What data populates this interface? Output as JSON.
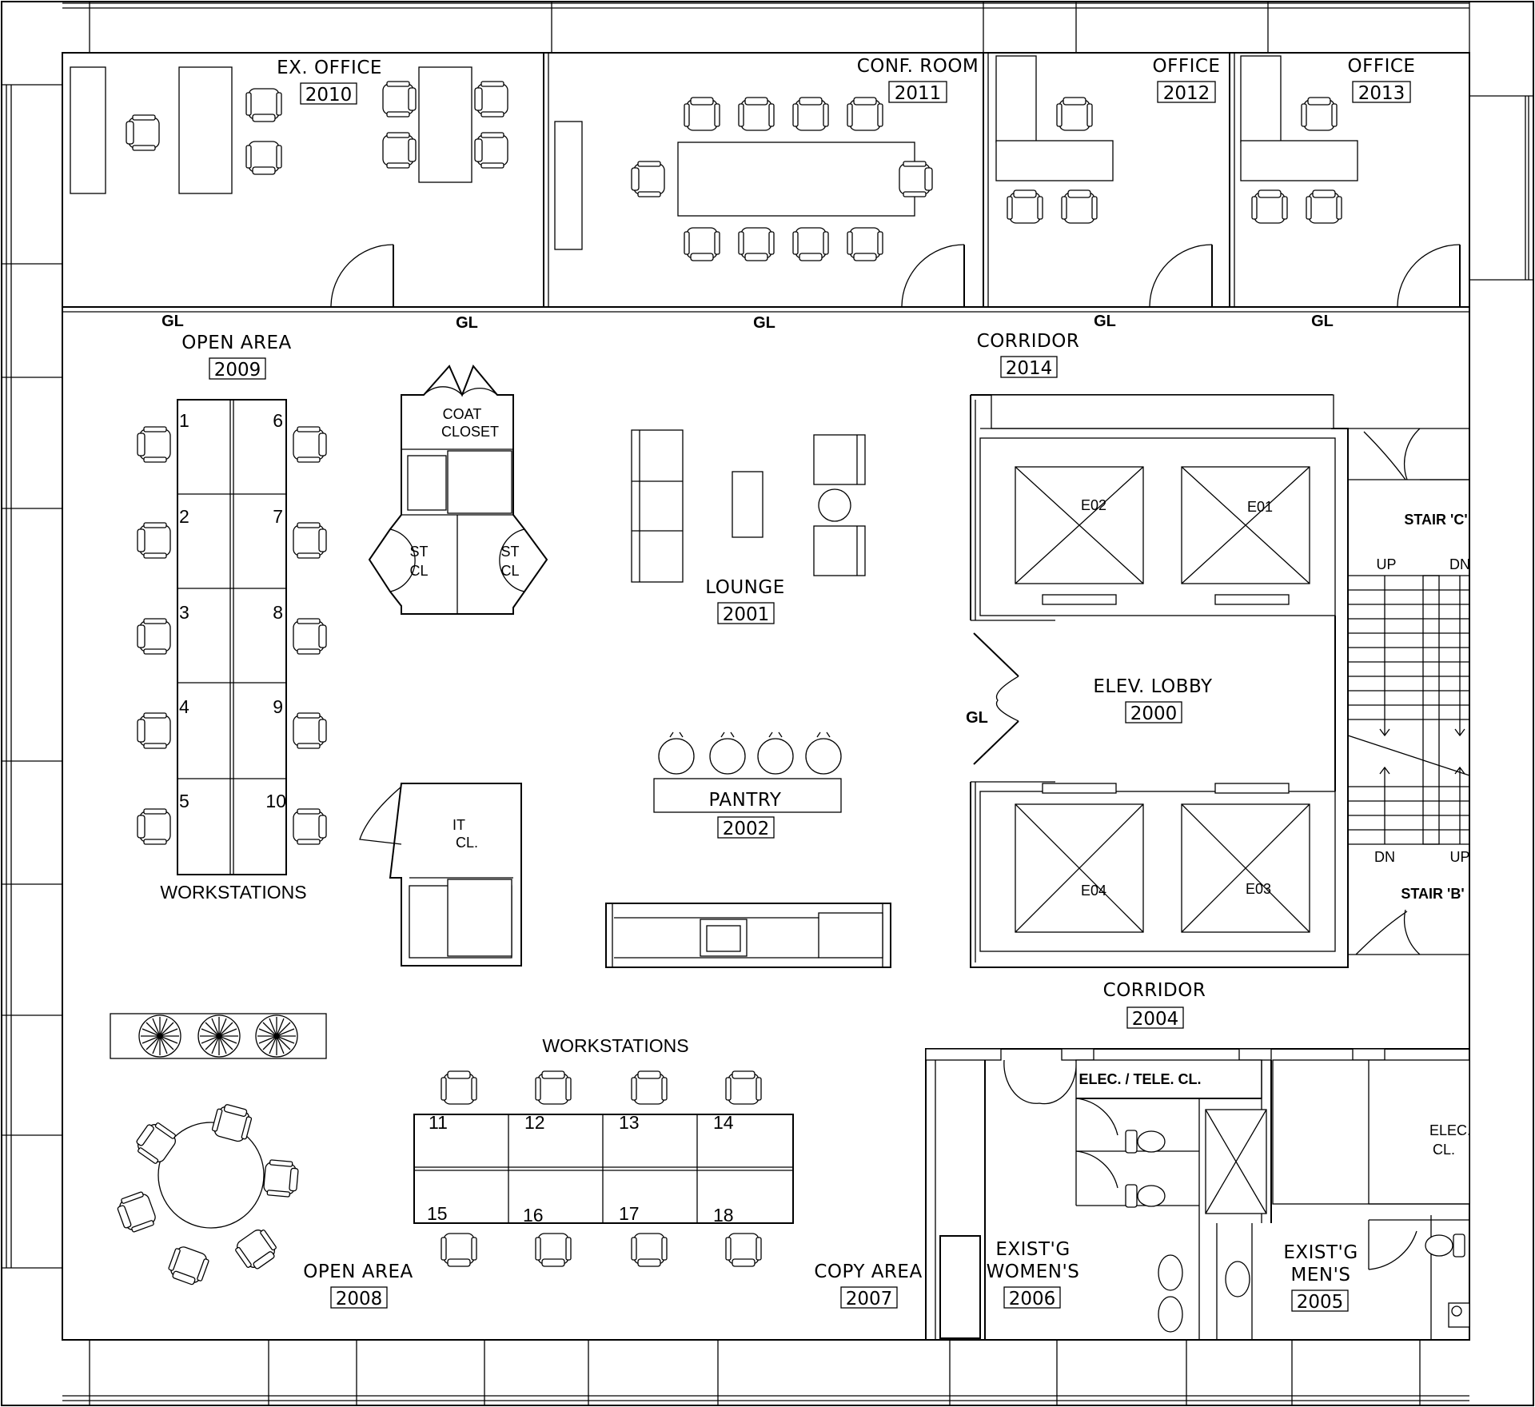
{
  "rooms": {
    "ex_office": {
      "name": "EX. OFFICE",
      "number": "2010"
    },
    "conf_room": {
      "name": "CONF. ROOM",
      "number": "2011"
    },
    "office_2012": {
      "name": "OFFICE",
      "number": "2012"
    },
    "office_2013": {
      "name": "OFFICE",
      "number": "2013"
    },
    "open_area_2009": {
      "name": "OPEN AREA",
      "number": "2009"
    },
    "corridor_2014": {
      "name": "CORRIDOR",
      "number": "2014"
    },
    "lounge": {
      "name": "LOUNGE",
      "number": "2001"
    },
    "elev_lobby": {
      "name": "ELEV. LOBBY",
      "number": "2000"
    },
    "pantry": {
      "name": "PANTRY",
      "number": "2002"
    },
    "corridor_2004": {
      "name": "CORRIDOR",
      "number": "2004"
    },
    "open_area_2008": {
      "name": "OPEN AREA",
      "number": "2008"
    },
    "copy_area": {
      "name": "COPY AREA",
      "number": "2007"
    },
    "womens": {
      "name_line1": "EXIST'G",
      "name_line2": "WOMEN'S",
      "number": "2006"
    },
    "mens": {
      "name_line1": "EXIST'G",
      "name_line2": "MEN'S",
      "number": "2005"
    }
  },
  "labels": {
    "glass": "GL",
    "coat_closet_line1": "COAT",
    "coat_closet_line2": "CLOSET",
    "storage_line1": "ST",
    "storage_line2": "CL",
    "it_closet_line1": "IT",
    "it_closet_line2": "CL.",
    "workstations": "WORKSTATIONS",
    "stair_c": "STAIR 'C'",
    "stair_b": "STAIR 'B'",
    "up": "UP",
    "dn": "DN",
    "elec_tele": "ELEC. / TELE. CL.",
    "elec_cl_line1": "ELEC.",
    "elec_cl_line2": "CL."
  },
  "elevators": [
    "E01",
    "E02",
    "E03",
    "E04"
  ],
  "workstations_west": [
    "1",
    "2",
    "3",
    "4",
    "5",
    "6",
    "7",
    "8",
    "9",
    "10"
  ],
  "workstations_south": [
    "11",
    "12",
    "13",
    "14",
    "15",
    "16",
    "17",
    "18"
  ]
}
